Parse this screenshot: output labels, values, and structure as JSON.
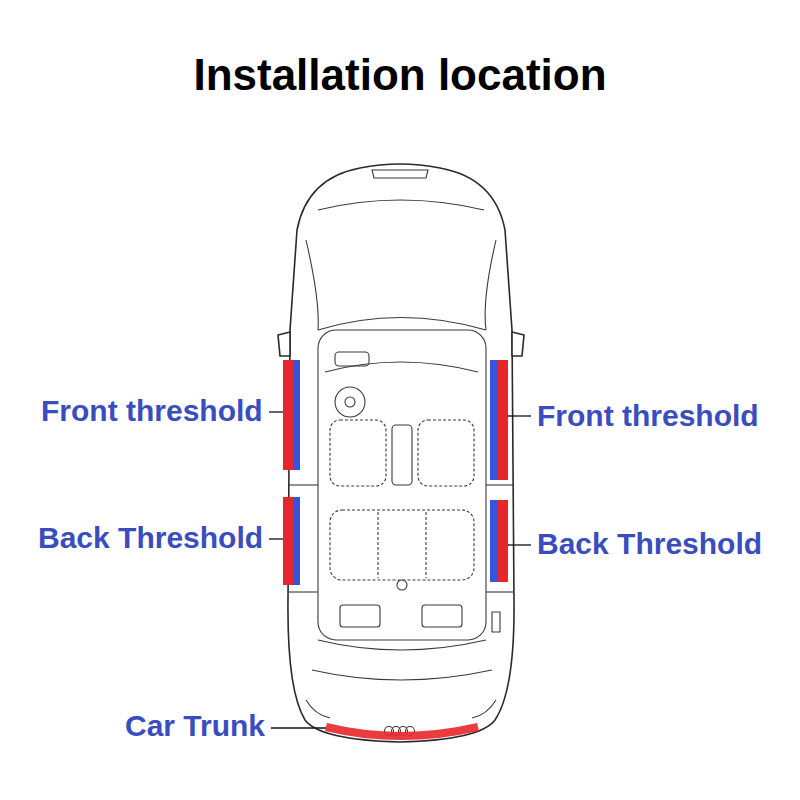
{
  "diagram": {
    "title": "Installation location",
    "labels": [
      "Front threshold",
      "Front threshold",
      "Back Threshold",
      "Back Threshold",
      "Car Trunk"
    ]
  }
}
